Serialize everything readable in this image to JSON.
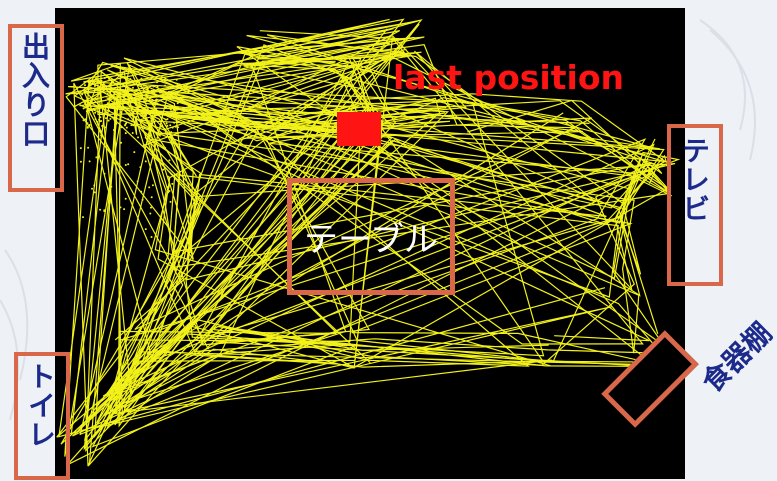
{
  "last_position": {
    "label": "last position",
    "color": "#ff1414"
  },
  "rooms": {
    "entrance": "出入り口",
    "toilet": "トイレ",
    "tv": "テレビ",
    "table": "テーブル",
    "cupboard": "食器棚"
  },
  "colors": {
    "background": "#000000",
    "trajectory": "#f2f21a",
    "frame": "#d9684a",
    "label_text": "#1c2a8c"
  }
}
